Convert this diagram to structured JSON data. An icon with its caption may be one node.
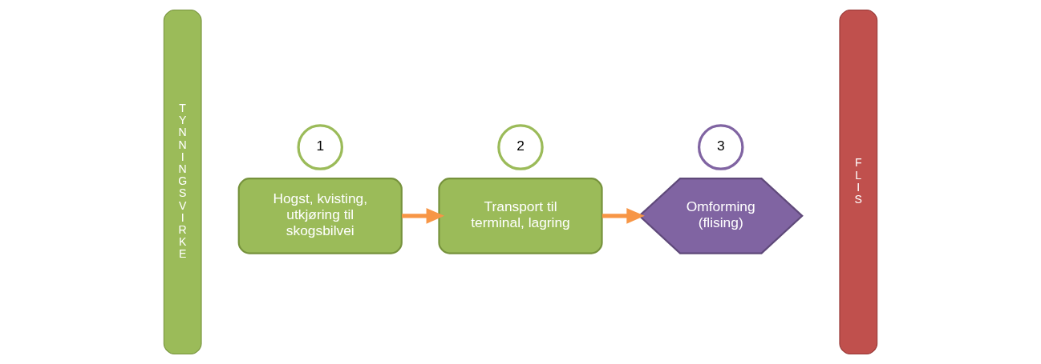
{
  "diagram": {
    "nodes": [
      {
        "text": [
          "TYNNINGSVIRKE"
        ]
      },
      {
        "text": [
          "1"
        ]
      },
      {
        "text": [
          "Hogst, kvisting, utkjøring til skogsbilvei"
        ]
      },
      {
        "text": [
          "2"
        ]
      },
      {
        "text": [
          "Transport til terminal, lagring"
        ]
      },
      {
        "text": [
          "3"
        ]
      },
      {
        "text": [
          "Omforming (flising)"
        ]
      },
      {
        "text": [
          "FLIS"
        ]
      }
    ],
    "edges": [
      {
        "from": 2,
        "to": 4,
        "arrow": "to"
      },
      {
        "from": 4,
        "to": 6,
        "arrow": "to"
      }
    ]
  }
}
